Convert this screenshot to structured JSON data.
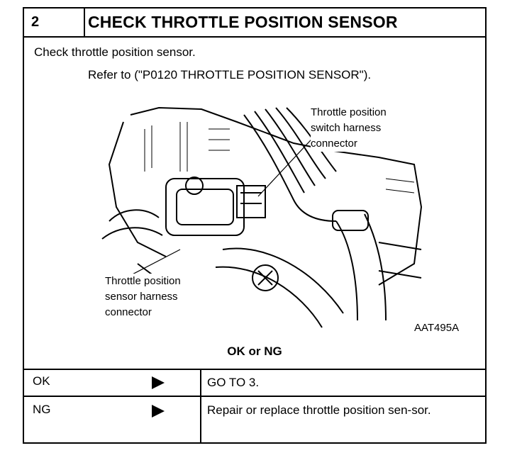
{
  "header": {
    "step_number": "2",
    "title": "CHECK THROTTLE POSITION SENSOR"
  },
  "body": {
    "instruction": "Check throttle position sensor.",
    "refer": "Refer to  (\"P0120 THROTTLE POSITION SENSOR\")."
  },
  "figure": {
    "callout_switch": [
      "Throttle position",
      "switch harness",
      "connector"
    ],
    "callout_sensor": [
      "Throttle position",
      "sensor harness",
      "connector"
    ],
    "figure_id": "AAT495A"
  },
  "decision": "OK or NG",
  "results": [
    {
      "label": "OK",
      "action": "GO TO 3."
    },
    {
      "label": "NG",
      "action": "Repair or replace throttle position sen-sor."
    }
  ]
}
